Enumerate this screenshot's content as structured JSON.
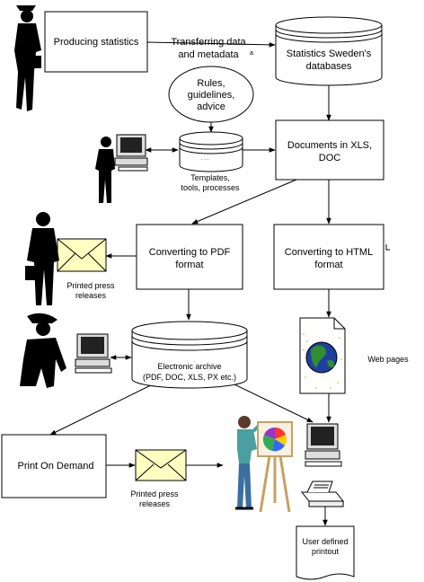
{
  "nodes": {
    "producing_statistics": "Producing statistics",
    "transferring": [
      "Transferring data",
      "and metadata"
    ],
    "databases": [
      "Statistics Sweden's",
      "databases"
    ],
    "rules": [
      "Rules,",
      "guidelines,",
      "advice"
    ],
    "templates": [
      "Templates,",
      "tools, processes"
    ],
    "documents": [
      "Documents in XLS,",
      "DOC"
    ],
    "convert_pdf": [
      "Converting to PDF",
      "format"
    ],
    "convert_html": [
      "Converting to HTML",
      "format"
    ],
    "printed_press_1": [
      "Printed press",
      "releases"
    ],
    "electronic_archive": [
      "Electronic archive",
      "(PDF, DOC, XLS, PX etc.)"
    ],
    "web_pages": "Web pages",
    "print_on_demand": "Print On Demand",
    "printed_press_2": [
      "Printed press",
      "releases"
    ],
    "user_printout": [
      "User defined",
      "printout"
    ]
  },
  "colors": {
    "line": "#000000",
    "envelope": "#ffffc0",
    "figure": "#000000",
    "globe_ocean": "#1f3f9f",
    "globe_land": "#2f8f2f",
    "page_dots": "#c8b400",
    "easel_wood": "#c9a060",
    "pie_colors": [
      "#ff3333",
      "#ffcc00",
      "#3366ff",
      "#33aa55",
      "#9933cc"
    ]
  },
  "icons": [
    "person-icon",
    "computer-icon",
    "envelope-icon",
    "globe-page-icon",
    "printer-icon",
    "easel-icon",
    "presenter-icon"
  ]
}
